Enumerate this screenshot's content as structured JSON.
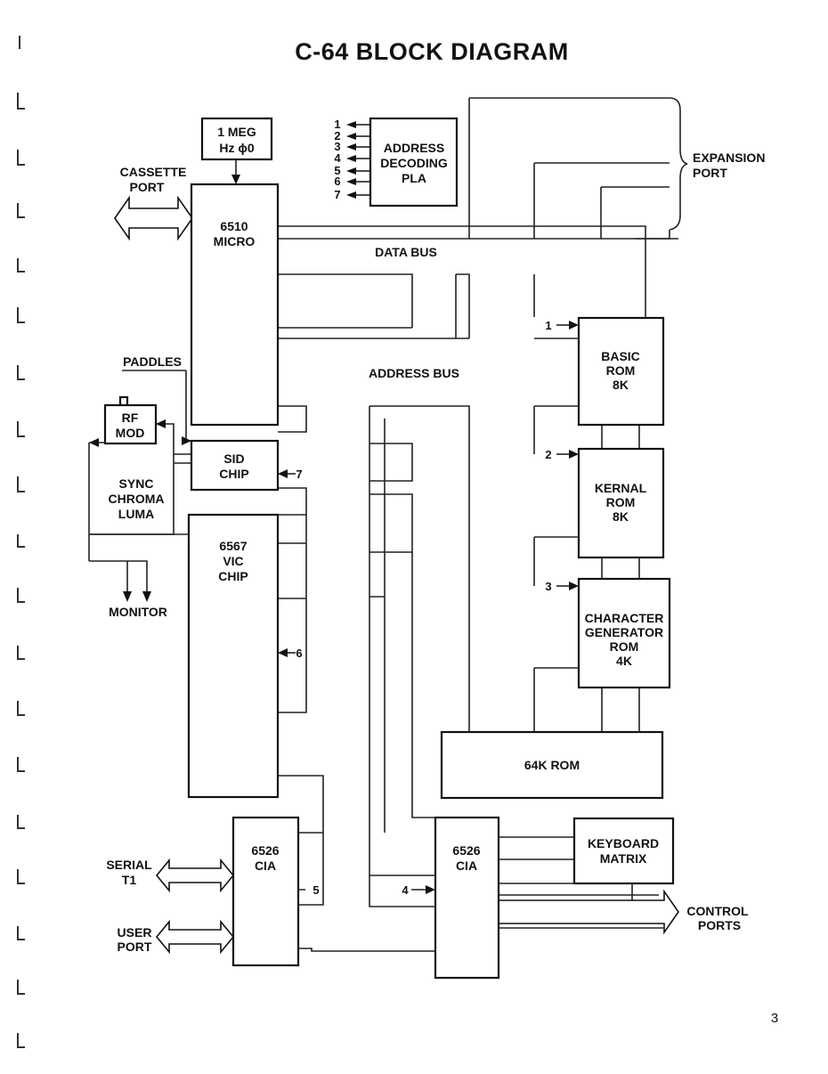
{
  "title": "C-64 BLOCK DIAGRAM",
  "page_number": "3",
  "blocks": {
    "clock": [
      "1 MEG",
      "Hz ϕ0"
    ],
    "micro": [
      "6510",
      "MICRO"
    ],
    "pla": [
      "ADDRESS",
      "DECODING",
      "PLA"
    ],
    "sid": [
      "SID",
      "CHIP"
    ],
    "vic": [
      "6567",
      "VIC",
      "CHIP"
    ],
    "rfmod": [
      "RF",
      "MOD"
    ],
    "basic": [
      "BASIC",
      "ROM",
      "8K"
    ],
    "kernal": [
      "KERNAL",
      "ROM",
      "8K"
    ],
    "chargen": [
      "CHARACTER",
      "GENERATOR",
      "ROM",
      "4K"
    ],
    "ram": [
      "64K ROM"
    ],
    "cia1": [
      "6526",
      "CIA"
    ],
    "cia2": [
      "6526",
      "CIA"
    ],
    "keyboard": [
      "KEYBOARD",
      "MATRIX"
    ]
  },
  "labels": {
    "cassette": [
      "CASSETTE",
      "PORT"
    ],
    "expansion": [
      "EXPANSION",
      "PORT"
    ],
    "data_bus": "DATA BUS",
    "address_bus": "ADDRESS BUS",
    "paddles": "PADDLES",
    "sync": [
      "SYNC",
      "CHROMA",
      "LUMA"
    ],
    "monitor": "MONITOR",
    "serial": [
      "SERIAL",
      "T1"
    ],
    "user_port": [
      "USER",
      "PORT"
    ],
    "control_ports": [
      "CONTROL",
      "PORTS"
    ]
  },
  "pla_outputs": [
    "1",
    "2",
    "3",
    "4",
    "5",
    "6",
    "7"
  ],
  "select_lines": {
    "basic": "1",
    "kernal": "2",
    "chargen": "3",
    "cia2": "4",
    "cia1": "5",
    "vic": "6",
    "sid": "7"
  }
}
